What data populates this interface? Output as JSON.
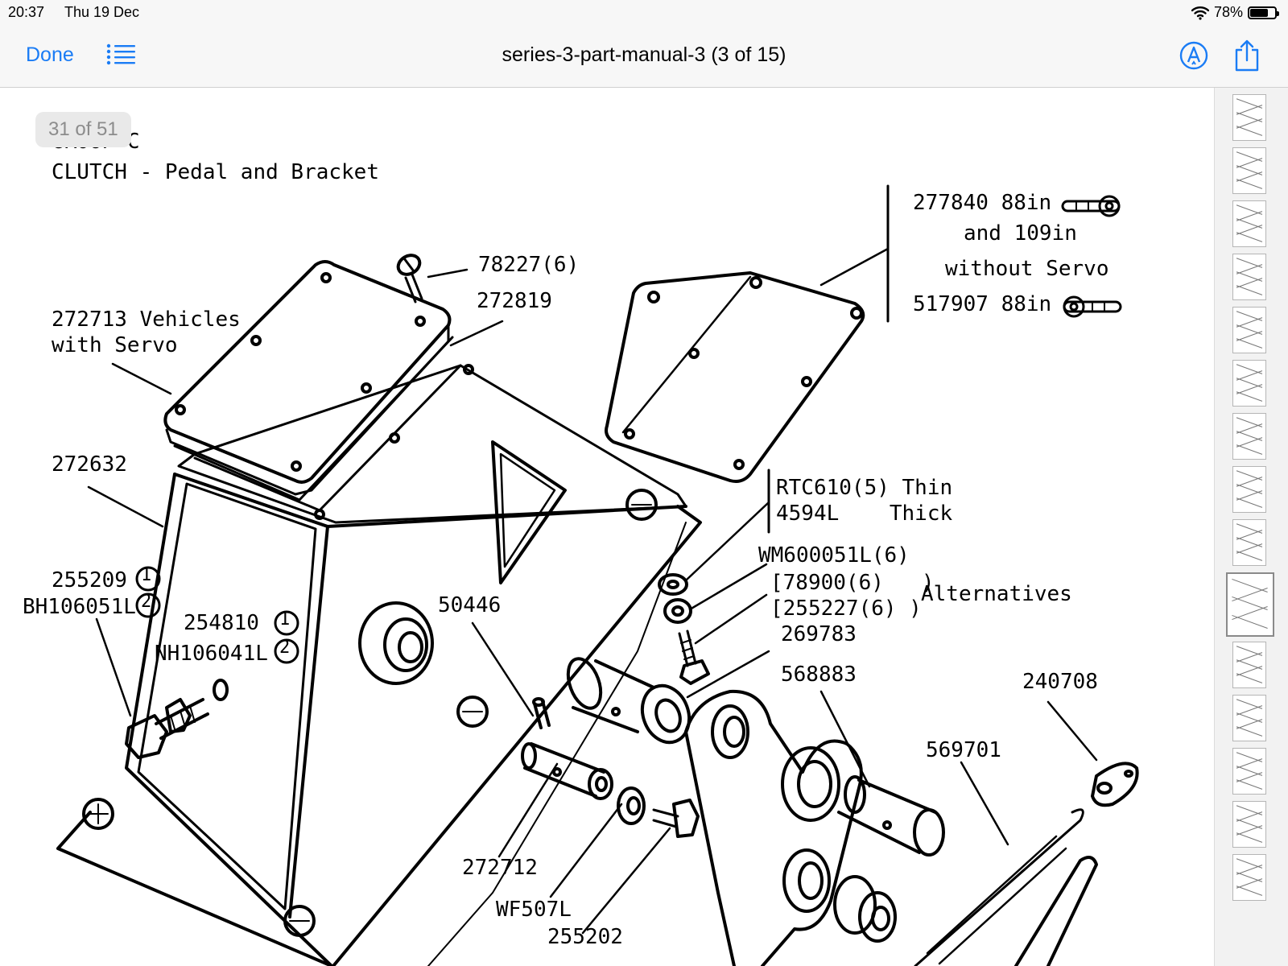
{
  "status_bar": {
    "time": "20:37",
    "date": "Thu 19 Dec",
    "battery_percent": "78%",
    "battery_level": 0.78
  },
  "nav": {
    "done_label": "Done",
    "title": "series-3-part-manual-3 (3 of 15)",
    "icons": [
      "list-icon",
      "markup-icon",
      "share-icon"
    ]
  },
  "page_indicator": "31 of 51",
  "document": {
    "group_heading": "GROUP C",
    "section_title": "CLUTCH - Pedal and Bracket",
    "labels": {
      "part_277840": "277840 88in",
      "and_109in": "and 109in",
      "without_servo": "without Servo",
      "part_517907": "517907 88in",
      "part_78227": "78227(6)",
      "part_272819": "272819",
      "part_272713": "272713 Vehicles",
      "with_servo": "with Servo",
      "part_272632": "272632",
      "part_rtc610": "RTC610(5) Thin",
      "part_4594l": "4594L    Thick",
      "part_wm600051l": "WM600051L(6)",
      "part_78900": "[78900(6)   )",
      "part_255227": "[255227(6) )",
      "alternatives": "Alternatives",
      "part_269783": "269783",
      "part_255209": "255209",
      "part_bh106051l": "BH106051L",
      "part_254810": "254810",
      "part_nh106041l": "NH106041L",
      "part_50446": "50446",
      "part_568883": "568883",
      "part_240708": "240708",
      "part_569701": "569701",
      "part_272712": "272712",
      "part_wf507l": "WF507L",
      "part_255202": "255202",
      "circle_1": "1",
      "circle_2": "2"
    }
  },
  "thumbnails": {
    "count": 15,
    "active_index": 9
  },
  "colors": {
    "accent": "#1a7cf5",
    "bar_background": "#f7f7f7",
    "page_background": "#ffffff"
  }
}
